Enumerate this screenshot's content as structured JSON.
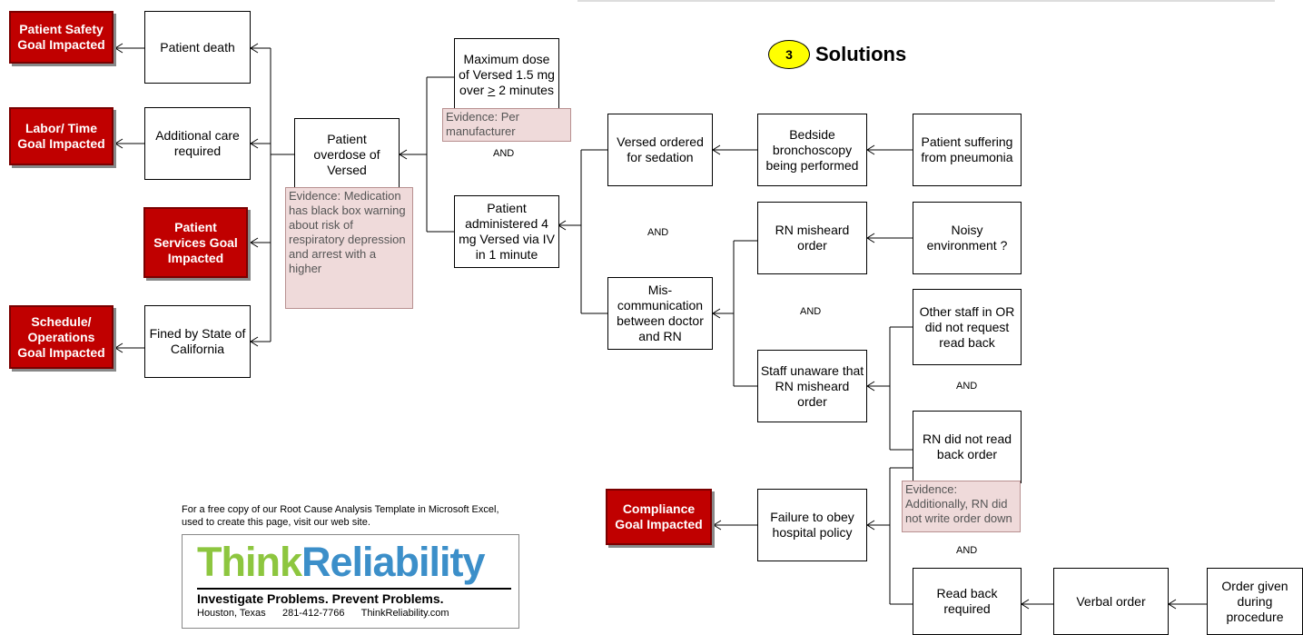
{
  "goals": {
    "safety": "Patient Safety Goal Impacted",
    "labor": "Labor/ Time Goal Impacted",
    "services": "Patient Services Goal Impacted",
    "schedule": "Schedule/ Operations Goal Impacted",
    "compliance": "Compliance Goal Impacted"
  },
  "effects": {
    "death": "Patient death",
    "additional_care": "Additional care required",
    "fined": "Fined by State of California"
  },
  "causes": {
    "overdose": "Patient overdose of Versed",
    "max_dose": "Maximum dose of Versed 1.5 mg over > 2 minutes",
    "administered": "Patient administered 4 mg Versed via IV in 1 minute",
    "versed_ordered": "Versed ordered for sedation",
    "bronchoscopy": "Bedside bronchoscopy being performed",
    "pneumonia": "Patient suffering from pneumonia",
    "miscommunication": "Mis-communication between doctor and RN",
    "misheard": "RN misheard order",
    "noisy": "Noisy environment ?",
    "staff_unaware": "Staff unaware that RN misheard order",
    "other_staff": "Other staff in OR did not request read back",
    "no_read_back": "RN did not read back order",
    "failure_obey": "Failure to obey hospital policy",
    "read_back_required": "Read back required",
    "verbal_order": "Verbal order",
    "order_given": "Order given during procedure"
  },
  "evidence": {
    "overdose": "Evidence: Medication has black box warning about risk of respiratory depression and arrest with a higher",
    "manufacturer": "Evidence: Per manufacturer",
    "write_down": "Evidence: Additionally, RN did not write order down"
  },
  "and_label": "AND",
  "solutions": {
    "badge": "3",
    "title": "Solutions"
  },
  "promo": {
    "free_copy": "For a free copy of our Root Cause Analysis Template in Microsoft Excel, used to create this page, visit our web site.",
    "logo_part1": "Think",
    "logo_part2": "Reliability",
    "tagline": "Investigate Problems. Prevent Problems.",
    "contact": "Houston, Texas      281-412-7766      ThinkReliability.com"
  }
}
